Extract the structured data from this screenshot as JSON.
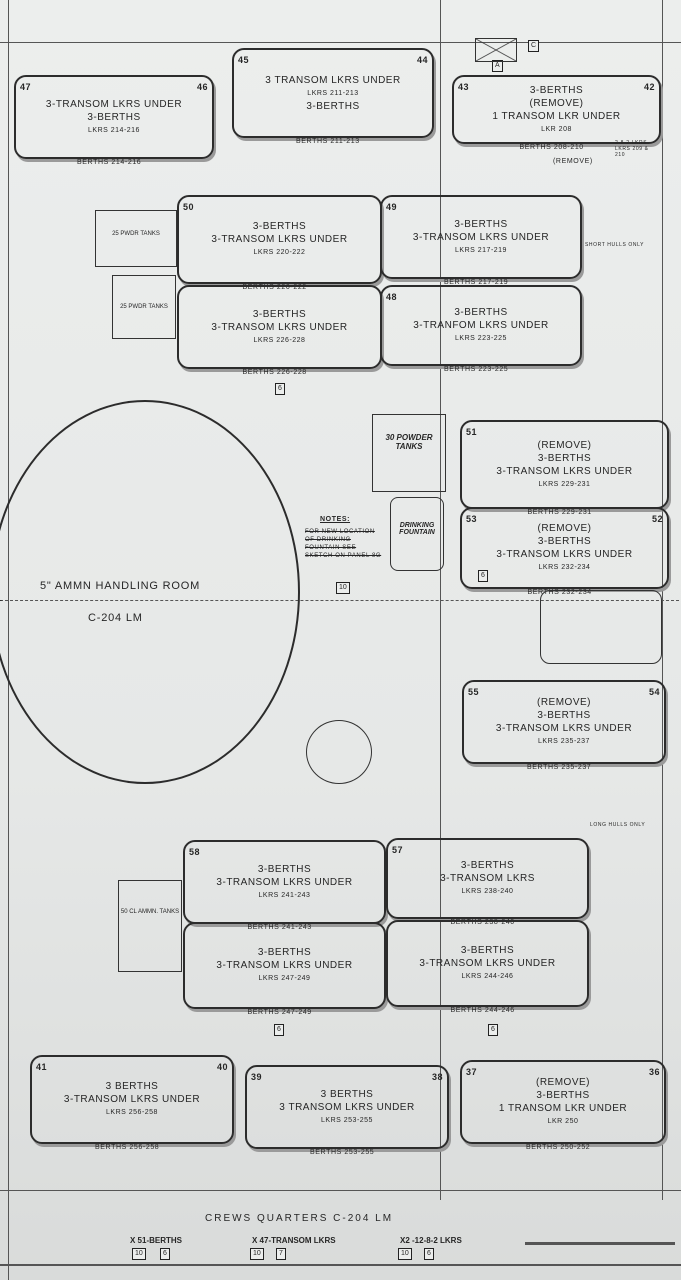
{
  "blocks": [
    {
      "id": "214-216",
      "lines": [
        "3-TRANSOM LKRS UNDER",
        "3-BERTHS",
        "LKRS 214-216"
      ],
      "caption": "BERTHS 214-216",
      "numbers": [
        "47",
        "46"
      ]
    },
    {
      "id": "211-213",
      "lines": [
        "3 TRANSOM LKRS UNDER",
        "LKRS 211-213",
        "3-BERTHS"
      ],
      "caption": "BERTHS 211-213",
      "numbers": [
        "45",
        "44"
      ]
    },
    {
      "id": "208-210",
      "lines": [
        "3-BERTHS",
        "(REMOVE)",
        "1 TRANSOM LKR UNDER",
        "LKR 208"
      ],
      "caption": "BERTHS 208-210",
      "numbers": [
        "43",
        "42"
      ]
    },
    {
      "id": "220-222",
      "lines": [
        "3-BERTHS",
        "3-TRANSOM LKRS UNDER",
        "LKRS 220-222"
      ],
      "caption": "BERTHS 220-222",
      "numbers": [
        "50"
      ]
    },
    {
      "id": "217-219",
      "lines": [
        "3-BERTHS",
        "3-TRANSOM LKRS UNDER",
        "LKRS 217-219"
      ],
      "caption": "BERTHS 217-219",
      "numbers": [
        "49"
      ]
    },
    {
      "id": "226-228",
      "lines": [
        "3-BERTHS",
        "3-TRANSOM LKRS UNDER",
        "LKRS 226-228"
      ],
      "caption": "BERTHS 226-228",
      "numbers": []
    },
    {
      "id": "223-225",
      "lines": [
        "3-BERTHS",
        "3-TRANFOM LKRS UNDER",
        "LKRS 223-225"
      ],
      "caption": "BERTHS 223-225",
      "numbers": [
        "48"
      ]
    },
    {
      "id": "229-231",
      "lines": [
        "(REMOVE)",
        "3-BERTHS",
        "3-TRANSOM LKRS UNDER",
        "LKRS 229-231"
      ],
      "caption": "BERTHS 229-231",
      "numbers": [
        "51"
      ]
    },
    {
      "id": "232-234",
      "lines": [
        "(REMOVE)",
        "3-BERTHS",
        "3-TRANSOM LKRS UNDER",
        "LKRS 232-234"
      ],
      "caption": "BERTHS 232-234",
      "numbers": [
        "53",
        "52"
      ]
    },
    {
      "id": "235-237",
      "lines": [
        "(REMOVE)",
        "3-BERTHS",
        "3-TRANSOM LKRS UNDER",
        "LKRS 235-237"
      ],
      "caption": "BERTHS 235-237",
      "numbers": [
        "55",
        "54"
      ]
    },
    {
      "id": "241-243",
      "lines": [
        "3-BERTHS",
        "3-TRANSOM LKRS UNDER",
        "LKRS 241-243"
      ],
      "caption": "BERTHS 241-243",
      "numbers": [
        "58"
      ]
    },
    {
      "id": "238-240",
      "lines": [
        "3-BERTHS",
        "3-TRANSOM LKRS",
        "LKRS 238-240"
      ],
      "caption": "BERTHS 238-240",
      "numbers": [
        "57"
      ]
    },
    {
      "id": "247-249",
      "lines": [
        "3-BERTHS",
        "3-TRANSOM LKRS UNDER",
        "LKRS 247-249"
      ],
      "caption": "BERTHS 247-249",
      "numbers": []
    },
    {
      "id": "244-246",
      "lines": [
        "3-BERTHS",
        "3-TRANSOM LKRS UNDER",
        "LKRS 244-246"
      ],
      "caption": "BERTHS 244-246",
      "numbers": []
    },
    {
      "id": "256-258",
      "lines": [
        "3 BERTHS",
        "3-TRANSOM LKRS UNDER",
        "LKRS 256-258"
      ],
      "caption": "BERTHS 256-258",
      "numbers": [
        "41",
        "40"
      ]
    },
    {
      "id": "253-255",
      "lines": [
        "3 BERTHS",
        "3 TRANSOM LKRS UNDER",
        "LKRS 253-255"
      ],
      "caption": "BERTHS 253-255",
      "numbers": [
        "39",
        "38"
      ]
    },
    {
      "id": "250-252",
      "lines": [
        "(REMOVE)",
        "3-BERTHS",
        "1 TRANSOM LKR UNDER",
        "LKR 250"
      ],
      "caption": "BERTHS 250-252",
      "numbers": [
        "37",
        "36"
      ]
    }
  ],
  "room": {
    "name": "5\" AMMN HANDLING ROOM",
    "code": "C-204 LM"
  },
  "tanks": {
    "powder": "30 POWDER TANKS",
    "pwdr_a": "25 PWDR TANKS",
    "pwdr_b": "25 PWDR TANKS",
    "cl_ammo": "50 CL AMMN. TANKS"
  },
  "fountain": "DRINKING FOUNTAIN",
  "notes": {
    "title": "NOTES:",
    "body": "FOR NEW LOCATION OF DRINKING FOUNTAIN SEE SKETCH ON PANEL 8G"
  },
  "side_labels": {
    "remove_a": "(REMOVE)",
    "lkrs_209": "2-8-2 LKRS LKRS 209 & 210",
    "short_hull": "SHORT HULLS ONLY",
    "long_hull": "LONG HULLS ONLY"
  },
  "tags": {
    "six": "6",
    "ten": "10",
    "a": "A",
    "c": "C"
  },
  "footer": {
    "title": "CREWS QUARTERS  C-204 LM",
    "items": [
      "X 51-BERTHS",
      "X 47-TRANSOM LKRS",
      "X2 -12-8-2 LKRS"
    ],
    "tags": [
      "10",
      "6",
      "10",
      "7",
      "10",
      "6"
    ]
  }
}
